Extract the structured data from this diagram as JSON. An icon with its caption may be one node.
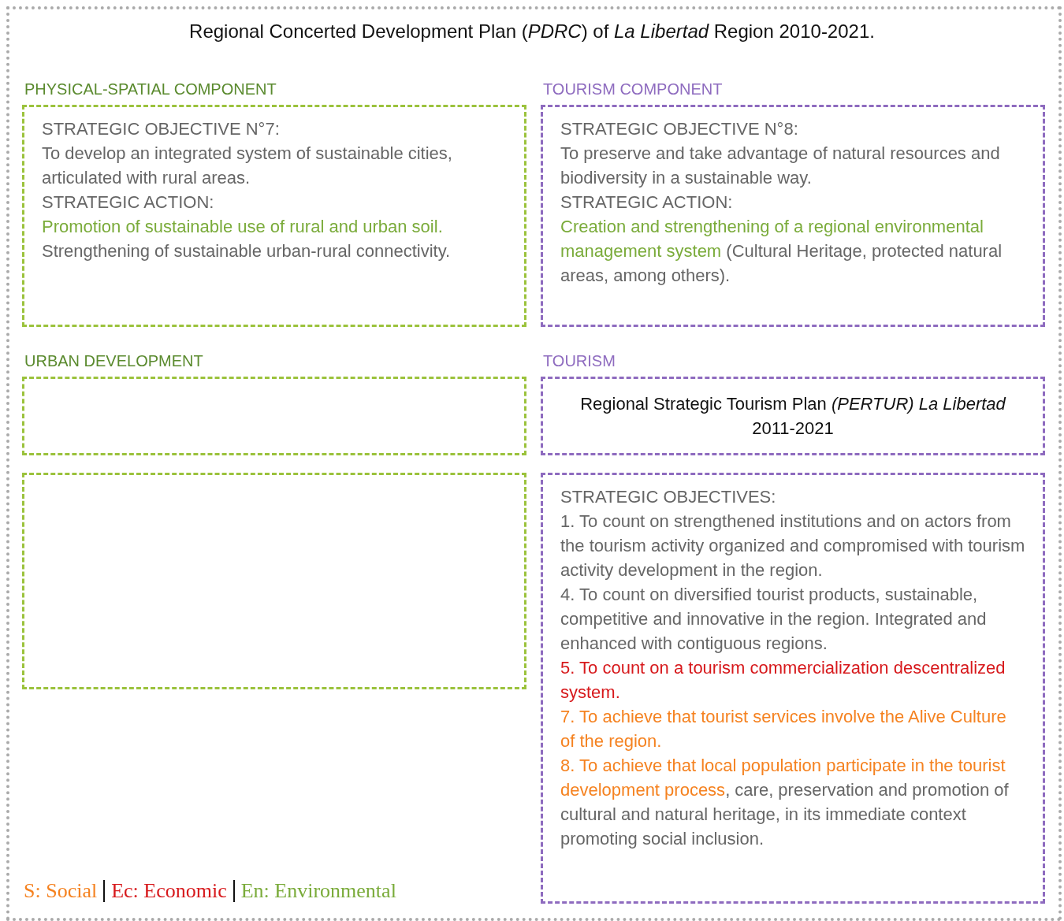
{
  "diagram": {
    "title": "Regional Concerted Development Plan (*PDRC*) of *La Libertad* Region 2010-2021.",
    "nodes": [
      {
        "text": [
          "PHYSICAL-SPATIAL COMPONENT",
          "STRATEGIC OBJECTIVE N°7:",
          "To develop an integrated system of sustainable cities, articulated with rural areas.",
          "STRATEGIC ACTION:",
          "Promotion of sustainable use of rural and urban soil.",
          "Strengthening of sustainable urban-rural connectivity."
        ]
      },
      {
        "text": [
          "TOURISM COMPONENT",
          "STRATEGIC OBJECTIVE N°8:",
          "To preserve and take advantage of natural resources and biodiversity in a sustainable way.",
          "STRATEGIC ACTION:",
          "Creation and strengthening of a regional environmental management system",
          "(Cultural Heritage, protected natural areas, among others)."
        ]
      },
      {
        "text": [
          "URBAN DEVELOPMENT"
        ]
      },
      {
        "text": [],
        "shape": "box"
      },
      {
        "text": [
          "TOURISM",
          "Regional Strategic Tourism Plan *(PERTUR) La Libertad* 2011-2021"
        ]
      },
      {
        "text": [
          "STRATEGIC OBJECTIVES:",
          "1. To count on strengthened institutions and on actors from the tourism activity organized and compromised with tourism activity development in the region.",
          "4. To count on diversified tourist products, sustainable, competitive and innovative in the region. Integrated and enhanced with contiguous regions.",
          "5. To count on a tourism commercialization descentralized system.",
          "7. To achieve that tourist services involve the Alive Culture of the region.",
          "8. To achieve that local population participate in the tourist development process",
          ", care, preservation and promotion of cultural and natural heritage, in its immediate context promoting social inclusion."
        ]
      }
    ],
    "edges": [],
    "legend": [
      {
        "text": "S: Social",
        "color": "#f58220"
      },
      {
        "text": "Ec: Economic",
        "color": "#d7191c"
      },
      {
        "text": "En: Environmental",
        "color": "#7aab3a"
      }
    ]
  }
}
